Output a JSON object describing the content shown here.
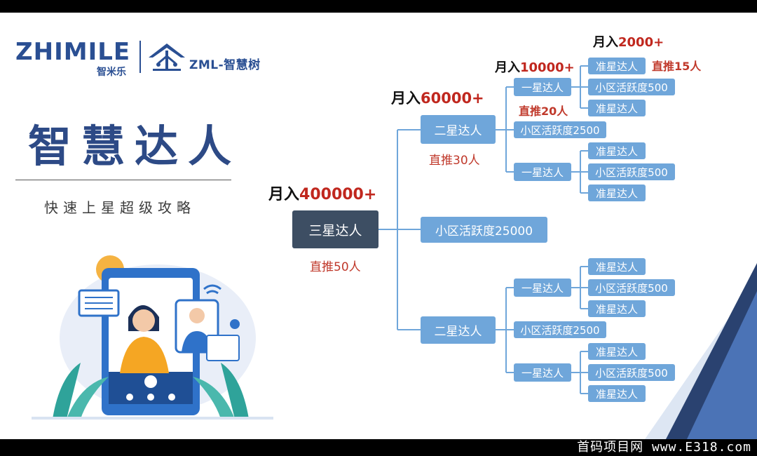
{
  "logo": {
    "brand": "ZHIMILE",
    "brand_sub": "智米乐",
    "zml": "ZML-智慧树"
  },
  "title": "智慧达人",
  "subtitle": "快速上星超级攻略",
  "watermark": "首码项目网 www.E318.com",
  "root": {
    "label": "三星达人",
    "recommend": "直推50人",
    "income_prefix": "月入",
    "income_amount": "400000+"
  },
  "root_activity": "小区活跃度25000",
  "two_star": {
    "label": "二星达人",
    "recommend": "直推30人",
    "income_prefix": "月入",
    "income_amount": "60000+",
    "activity": "小区活跃度2500"
  },
  "one_star": {
    "label": "一星达人",
    "recommend": "直推20人",
    "income_prefix": "月入",
    "income_amount": "10000+",
    "activity": "小区活跃度500"
  },
  "quasi_star": {
    "label": "准星达人",
    "recommend": "直推15人",
    "income_prefix": "月入",
    "income_amount": "2000+"
  }
}
